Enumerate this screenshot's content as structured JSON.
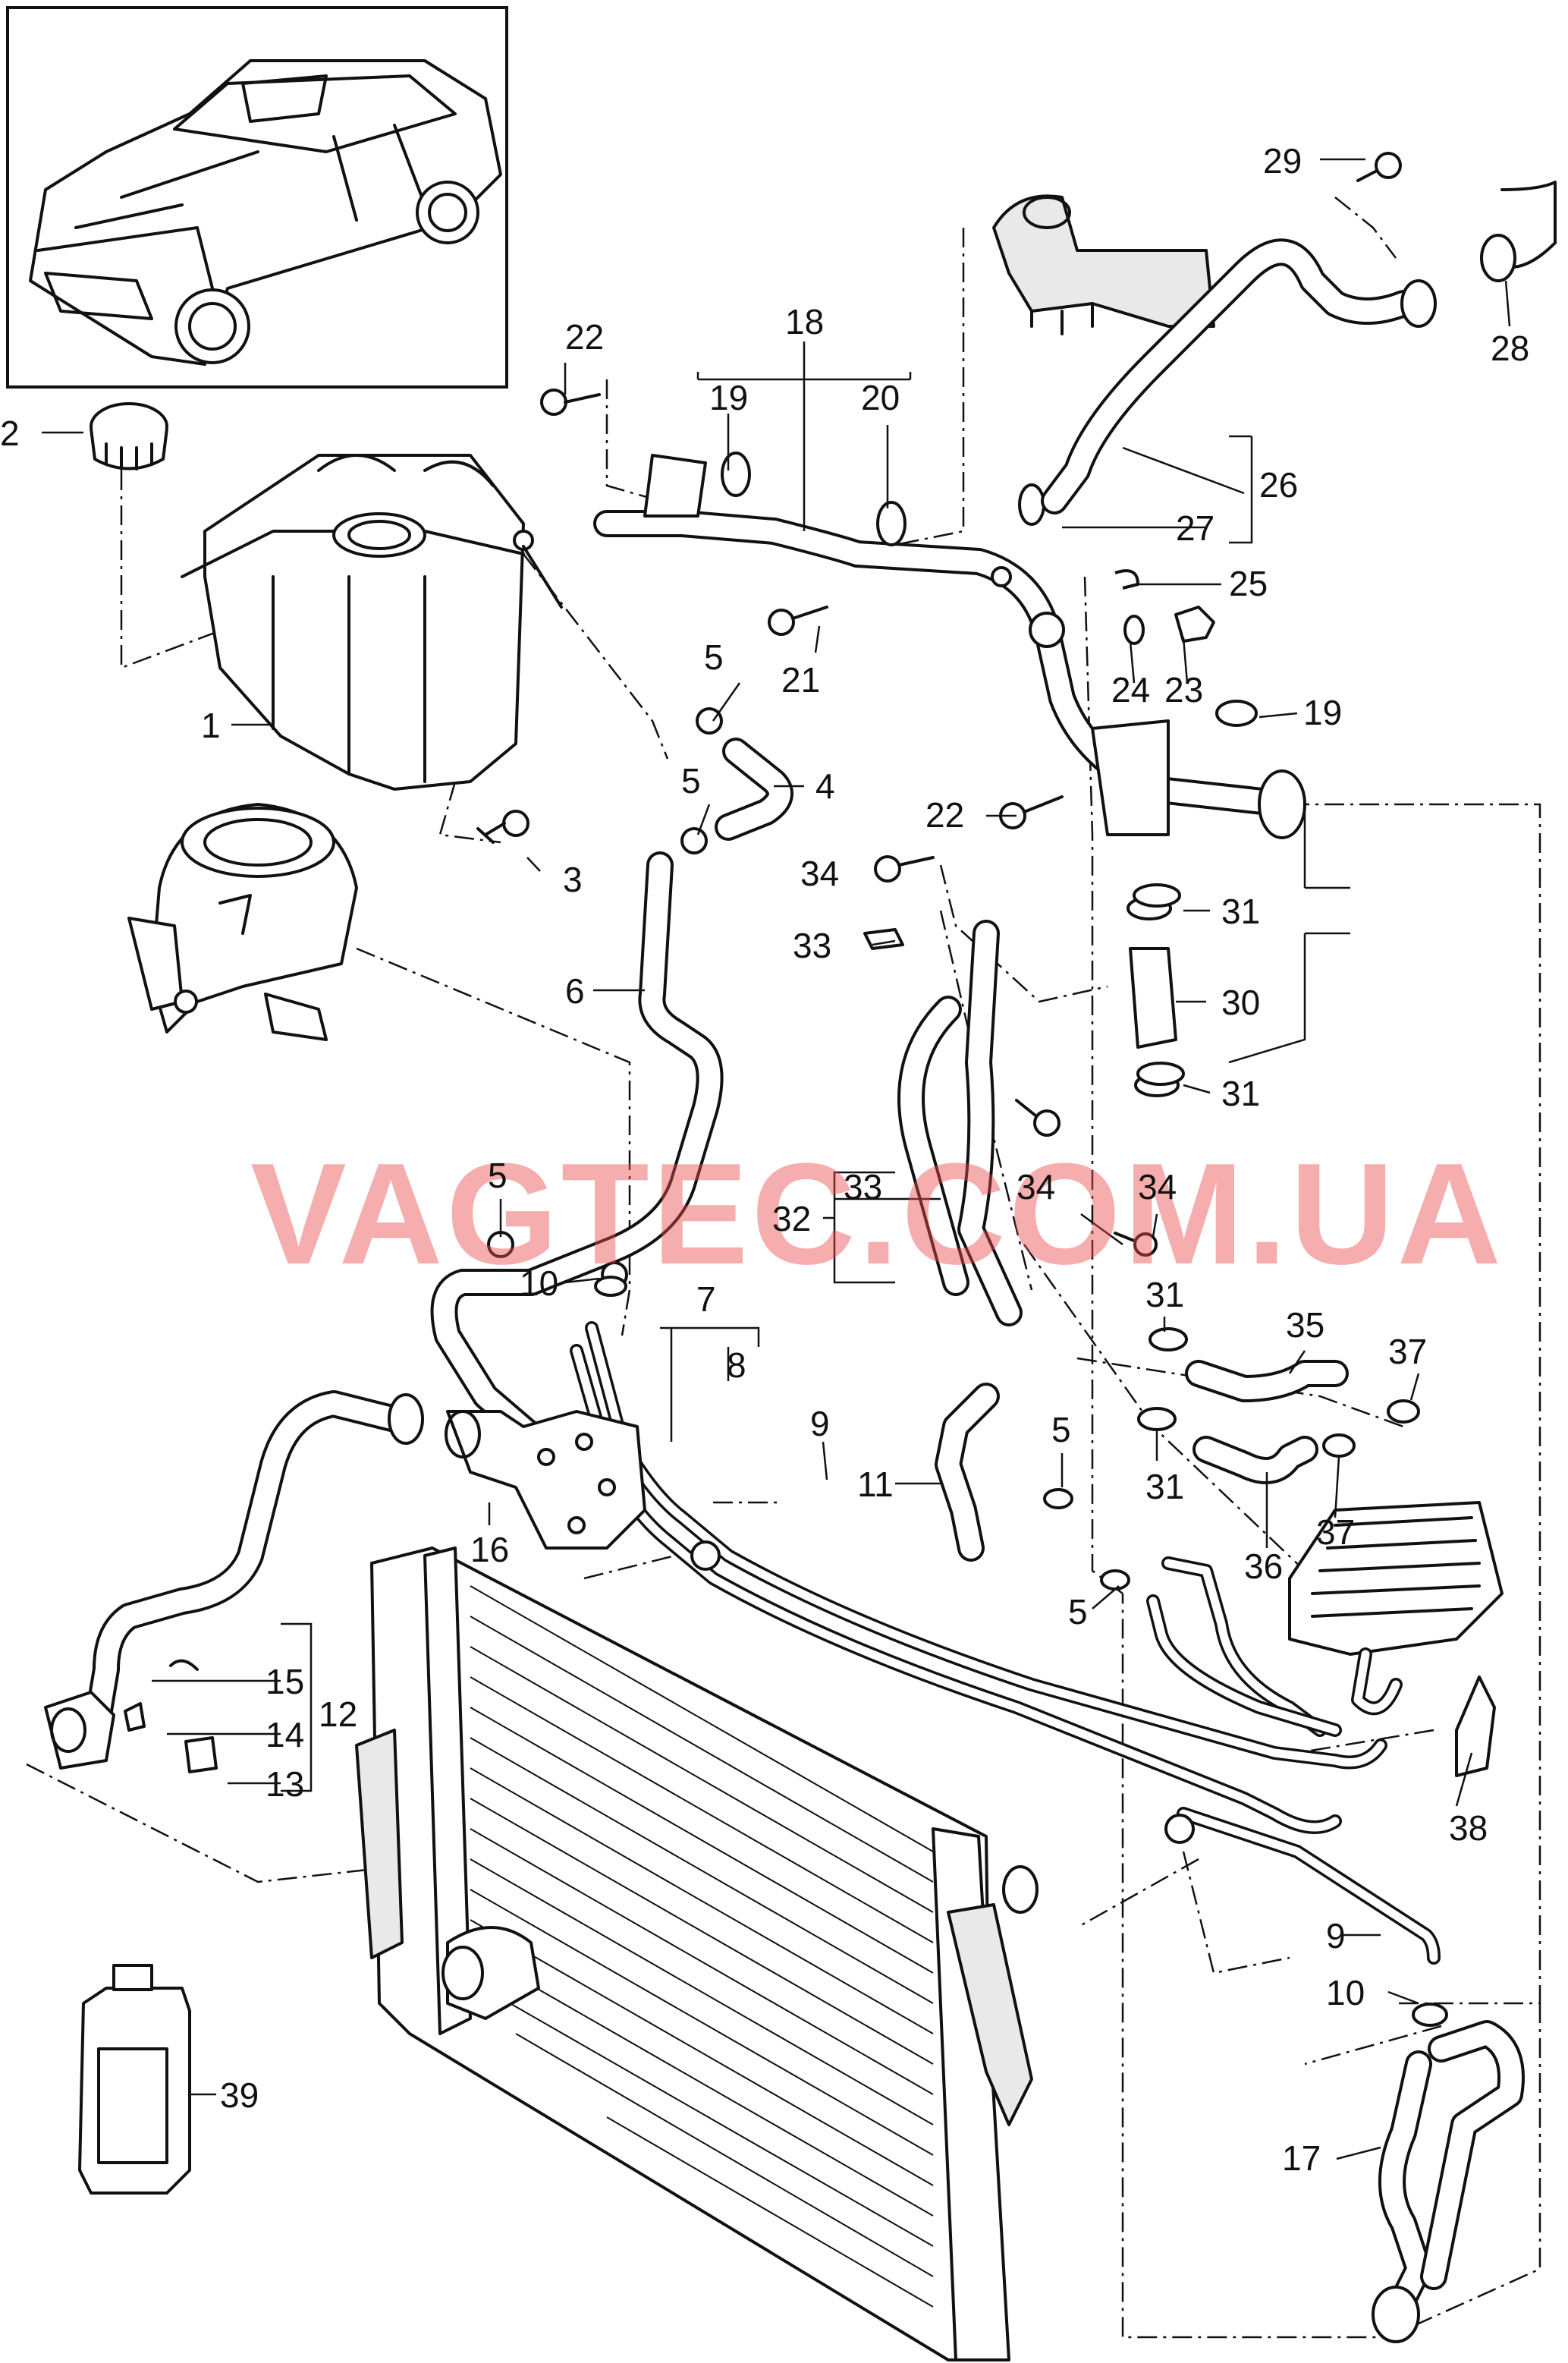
{
  "watermark": "VAGTEC.COM.UA",
  "labels": {
    "l1": "1",
    "l2": "2",
    "l3": "3",
    "l4": "4",
    "l5a": "5",
    "l5b": "5",
    "l5c": "5",
    "l5d": "5",
    "l5e": "5",
    "l6": "6",
    "l7": "7",
    "l8": "8",
    "l9a": "9",
    "l9b": "9",
    "l10a": "10",
    "l10b": "10",
    "l11": "11",
    "l12": "12",
    "l13": "13",
    "l14": "14",
    "l15": "15",
    "l16": "16",
    "l17": "17",
    "l18": "18",
    "l19a": "19",
    "l19b": "19",
    "l20": "20",
    "l21": "21",
    "l22a": "22",
    "l22b": "22",
    "l23": "23",
    "l24": "24",
    "l25": "25",
    "l26": "26",
    "l27": "27",
    "l28": "28",
    "l29": "29",
    "l30": "30",
    "l31a": "31",
    "l31b": "31",
    "l31c": "31",
    "l31d": "31",
    "l32": "32",
    "l33a": "33",
    "l33b": "33",
    "l34a": "34",
    "l34b": "34",
    "l34c": "34",
    "l35": "35",
    "l36": "36",
    "l37a": "37",
    "l37b": "37",
    "l38": "38",
    "l39": "39"
  }
}
